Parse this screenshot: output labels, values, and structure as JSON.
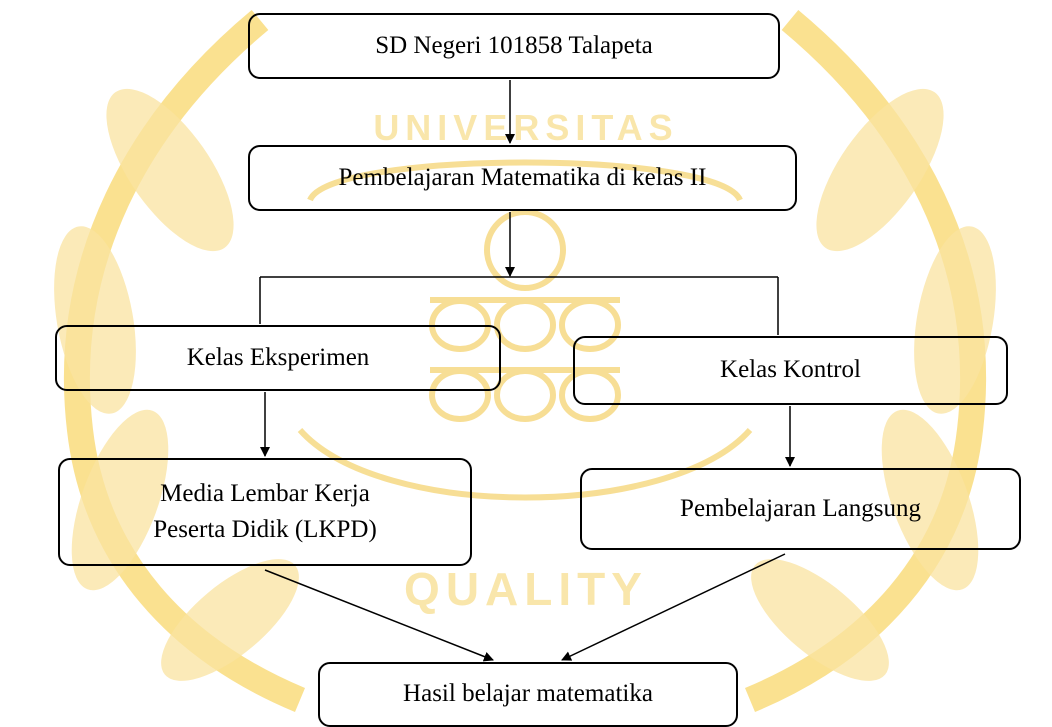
{
  "diagram": {
    "nodes": {
      "school": "SD Negeri 101858 Talapeta",
      "lesson": "Pembelajaran Matematika di kelas II",
      "experiment_class": "Kelas Eksperimen",
      "control_class": "Kelas Kontrol",
      "lkpd_media": "Media Lembar Kerja\nPeserta Didik (LKPD)",
      "direct_learning": "Pembelajaran Langsung",
      "result": "Hasil belajar matematika"
    },
    "edges": [
      {
        "from": "school",
        "to": "lesson"
      },
      {
        "from": "lesson",
        "to": "experiment_class"
      },
      {
        "from": "lesson",
        "to": "control_class"
      },
      {
        "from": "experiment_class",
        "to": "lkpd_media"
      },
      {
        "from": "control_class",
        "to": "direct_learning"
      },
      {
        "from": "lkpd_media",
        "to": "result"
      },
      {
        "from": "direct_learning",
        "to": "result"
      }
    ]
  },
  "watermark": {
    "logo_text_top": "UNIVERSITAS",
    "logo_text_bottom": "QUALITY",
    "color": "#f7c93a"
  }
}
